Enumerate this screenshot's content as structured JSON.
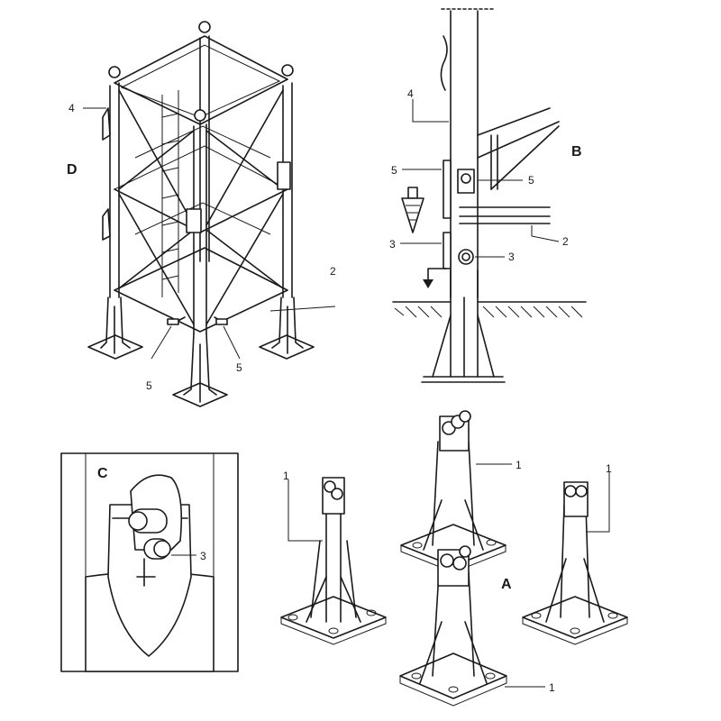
{
  "panels": {
    "d": {
      "letter": "D",
      "callouts": {
        "c4": "4",
        "c2": "2",
        "c5a": "5",
        "c5b": "5"
      }
    },
    "b": {
      "letter": "B",
      "callouts": {
        "c4": "4",
        "c5l": "5",
        "c5r": "5",
        "c3l": "3",
        "c3r": "3",
        "c2": "2"
      }
    },
    "c": {
      "letter": "C",
      "callouts": {
        "c3": "3"
      }
    },
    "a": {
      "letter": "A",
      "callouts": {
        "c1a": "1",
        "c1b": "1",
        "c1c": "1",
        "c1d": "1"
      }
    }
  }
}
